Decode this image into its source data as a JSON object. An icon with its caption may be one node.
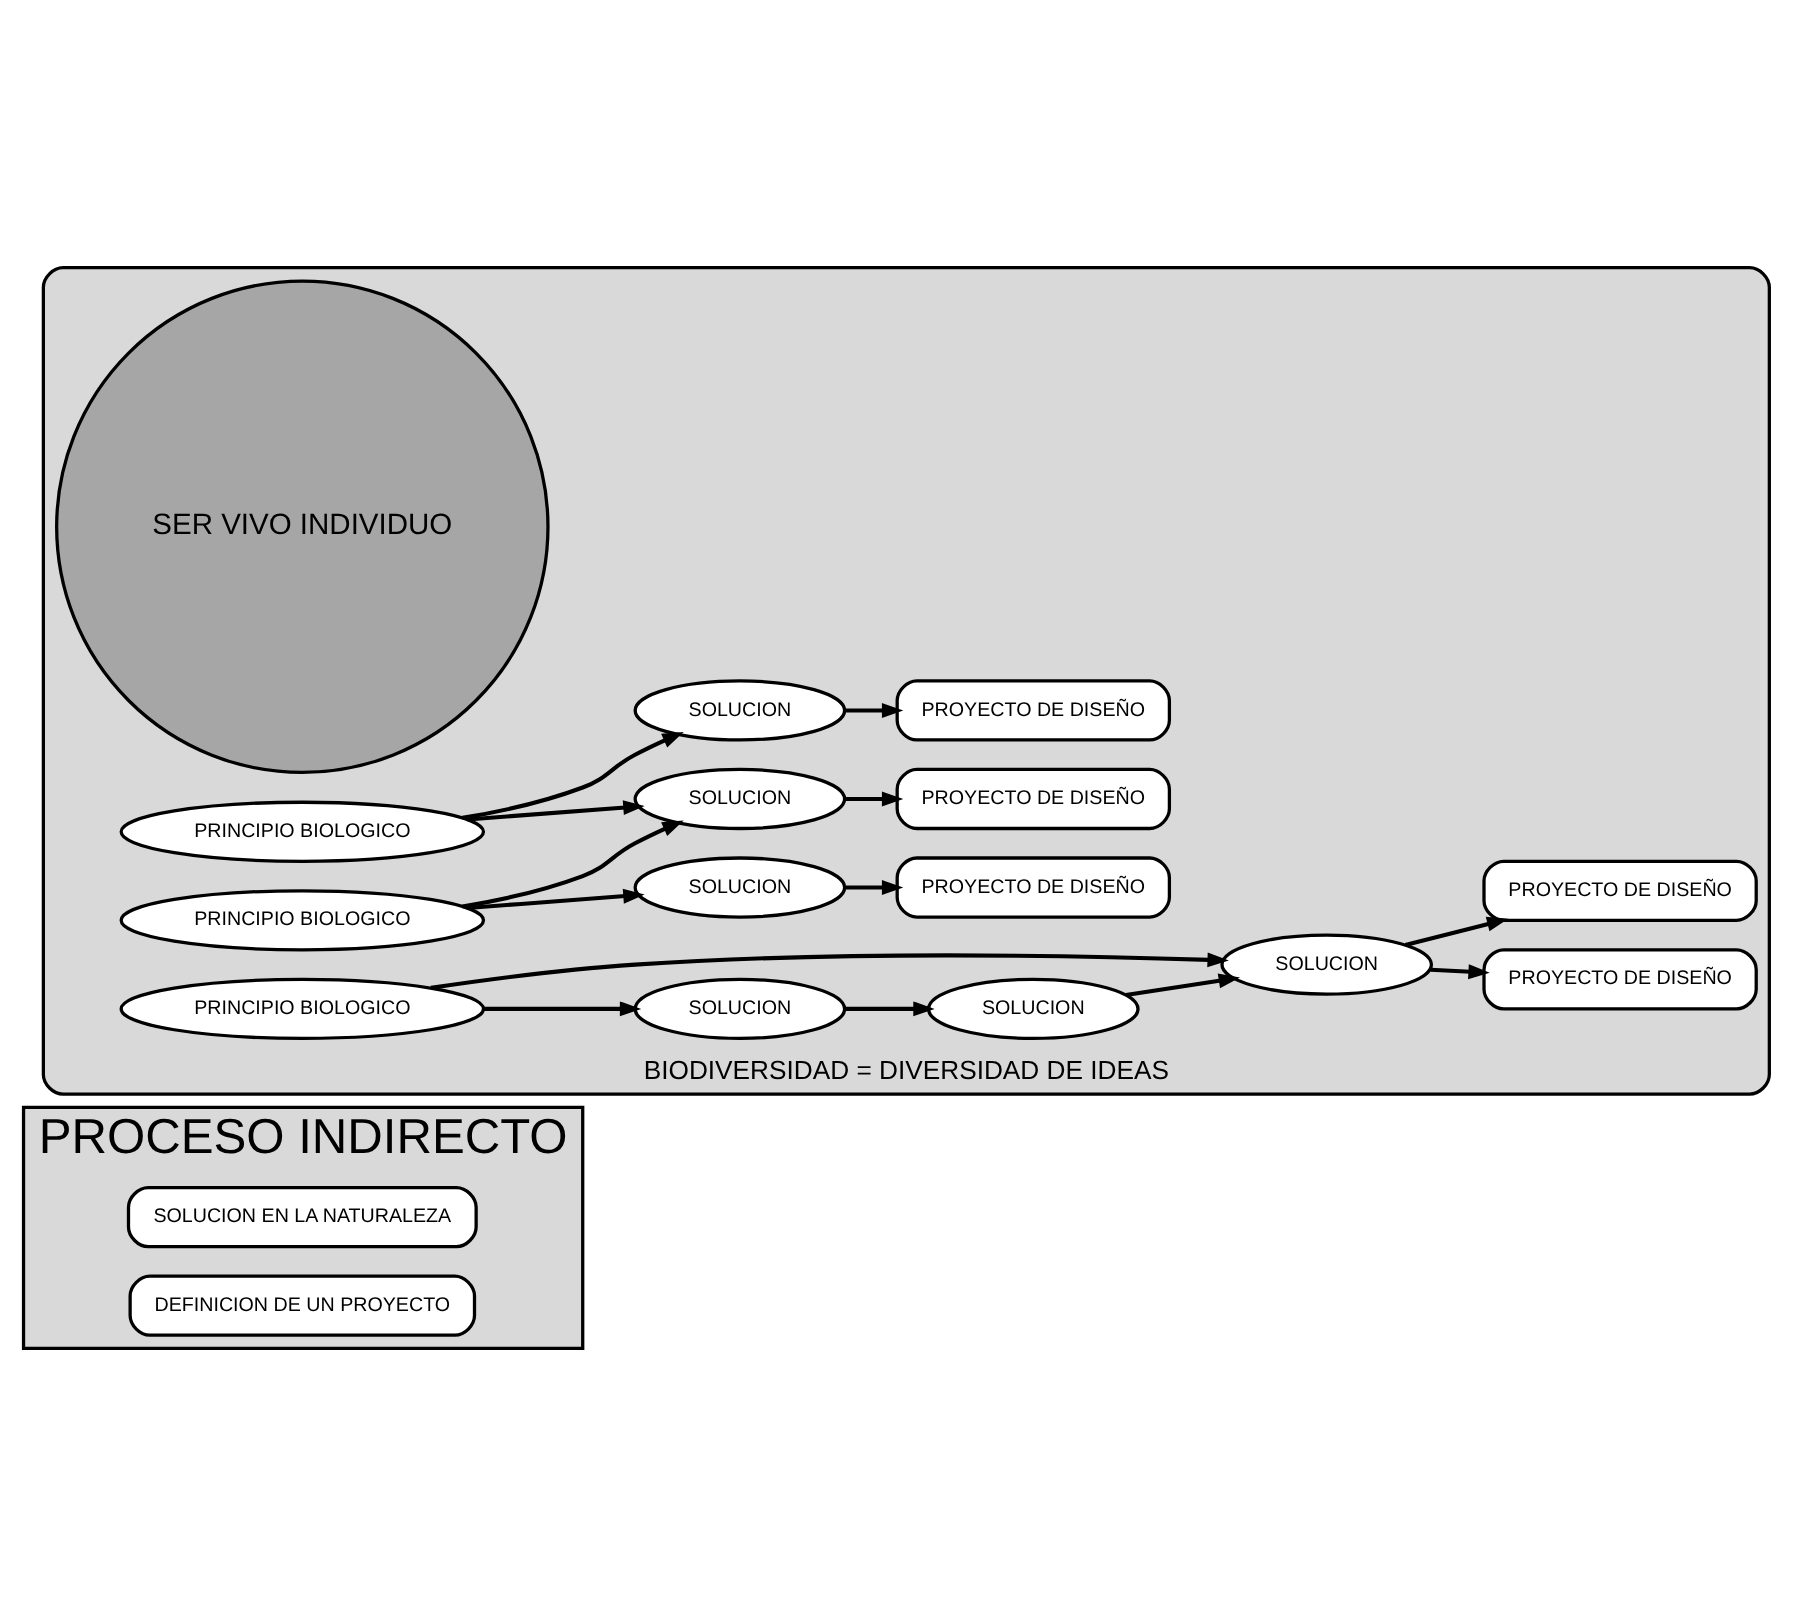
{
  "diagram": {
    "nodes": [
      {
        "text": [
          "PROCESO INDIRECTO"
        ]
      },
      {
        "text": [
          "SOLUCION EN LA NATURALEZA"
        ],
        "in": 0
      },
      {
        "text": [
          "DEFINICION DE UN PROYECTO"
        ],
        "in": 0
      },
      {
        "text": [
          "BIODIVERSIDAD = DIVERSIDAD DE IDEAS"
        ]
      },
      {
        "text": [
          "SER VIVO INDIVIDUO"
        ],
        "in": 3
      },
      {
        "text": [
          "PRINCIPIO BIOLOGICO"
        ],
        "in": 3
      },
      {
        "text": [
          "PRINCIPIO BIOLOGICO"
        ],
        "in": 3
      },
      {
        "text": [
          "PRINCIPIO BIOLOGICO"
        ],
        "in": 3
      },
      {
        "text": [
          "SOLUCION"
        ],
        "in": 3
      },
      {
        "text": [
          "SOLUCION"
        ],
        "in": 3
      },
      {
        "text": [
          "SOLUCION"
        ],
        "in": 3
      },
      {
        "text": [
          "SOLUCION"
        ],
        "in": 3
      },
      {
        "text": [
          "SOLUCION"
        ],
        "in": 3
      },
      {
        "text": [
          "SOLUCION"
        ],
        "in": 3
      },
      {
        "text": [
          "PROYECTO DE DISEÑO"
        ],
        "in": 3
      },
      {
        "text": [
          "PROYECTO DE DISEÑO"
        ],
        "in": 3
      },
      {
        "text": [
          "PROYECTO DE DISEÑO"
        ],
        "in": 3
      },
      {
        "text": [
          "PROYECTO DE DISEÑO"
        ],
        "in": 3
      },
      {
        "text": [
          "PROYECTO DE DISEÑO"
        ],
        "in": 3
      }
    ],
    "edges": [
      {
        "from": 5,
        "to": 8,
        "arrow": "to"
      },
      {
        "from": 5,
        "to": 9,
        "arrow": "to"
      },
      {
        "from": 6,
        "to": 9,
        "arrow": "to"
      },
      {
        "from": 6,
        "to": 10,
        "arrow": "to"
      },
      {
        "from": 8,
        "to": 14,
        "arrow": "to"
      },
      {
        "from": 9,
        "to": 15,
        "arrow": "to"
      },
      {
        "from": 10,
        "to": 16,
        "arrow": "to"
      },
      {
        "from": 7,
        "to": 11,
        "arrow": "to"
      },
      {
        "from": 7,
        "to": 13,
        "arrow": "to"
      },
      {
        "from": 13,
        "to": 12,
        "arrow": "to"
      },
      {
        "from": 12,
        "to": 11,
        "arrow": "to"
      },
      {
        "from": 11,
        "to": 17,
        "arrow": "to"
      },
      {
        "from": 11,
        "to": 18,
        "arrow": "to"
      }
    ]
  }
}
